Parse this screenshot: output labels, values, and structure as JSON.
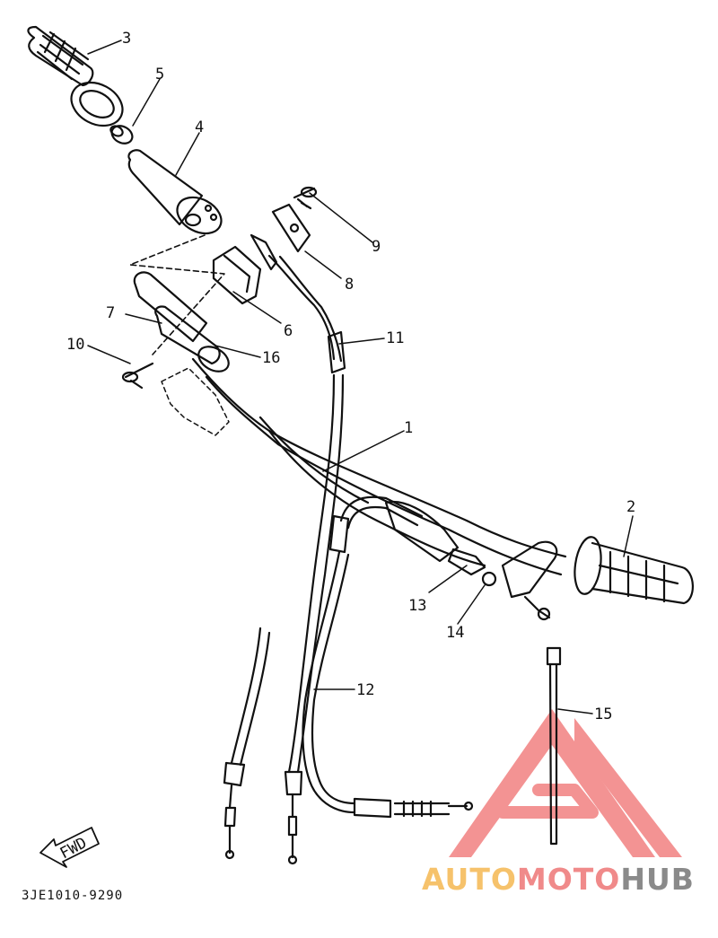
{
  "diagram": {
    "callouts": [
      "1",
      "2",
      "3",
      "4",
      "5",
      "6",
      "7",
      "8",
      "9",
      "10",
      "11",
      "12",
      "13",
      "14",
      "15",
      "16"
    ],
    "fwd_label": "FWD",
    "part_code": "3JE1010-9290"
  },
  "watermark": {
    "part1": "AUTO",
    "part2": "MOTO",
    "part3": "HUB",
    "colors": {
      "logo_red": "#f07070",
      "auto": "#f6c26b",
      "moto": "#f08a8a",
      "hub": "#8a8a8a"
    }
  }
}
